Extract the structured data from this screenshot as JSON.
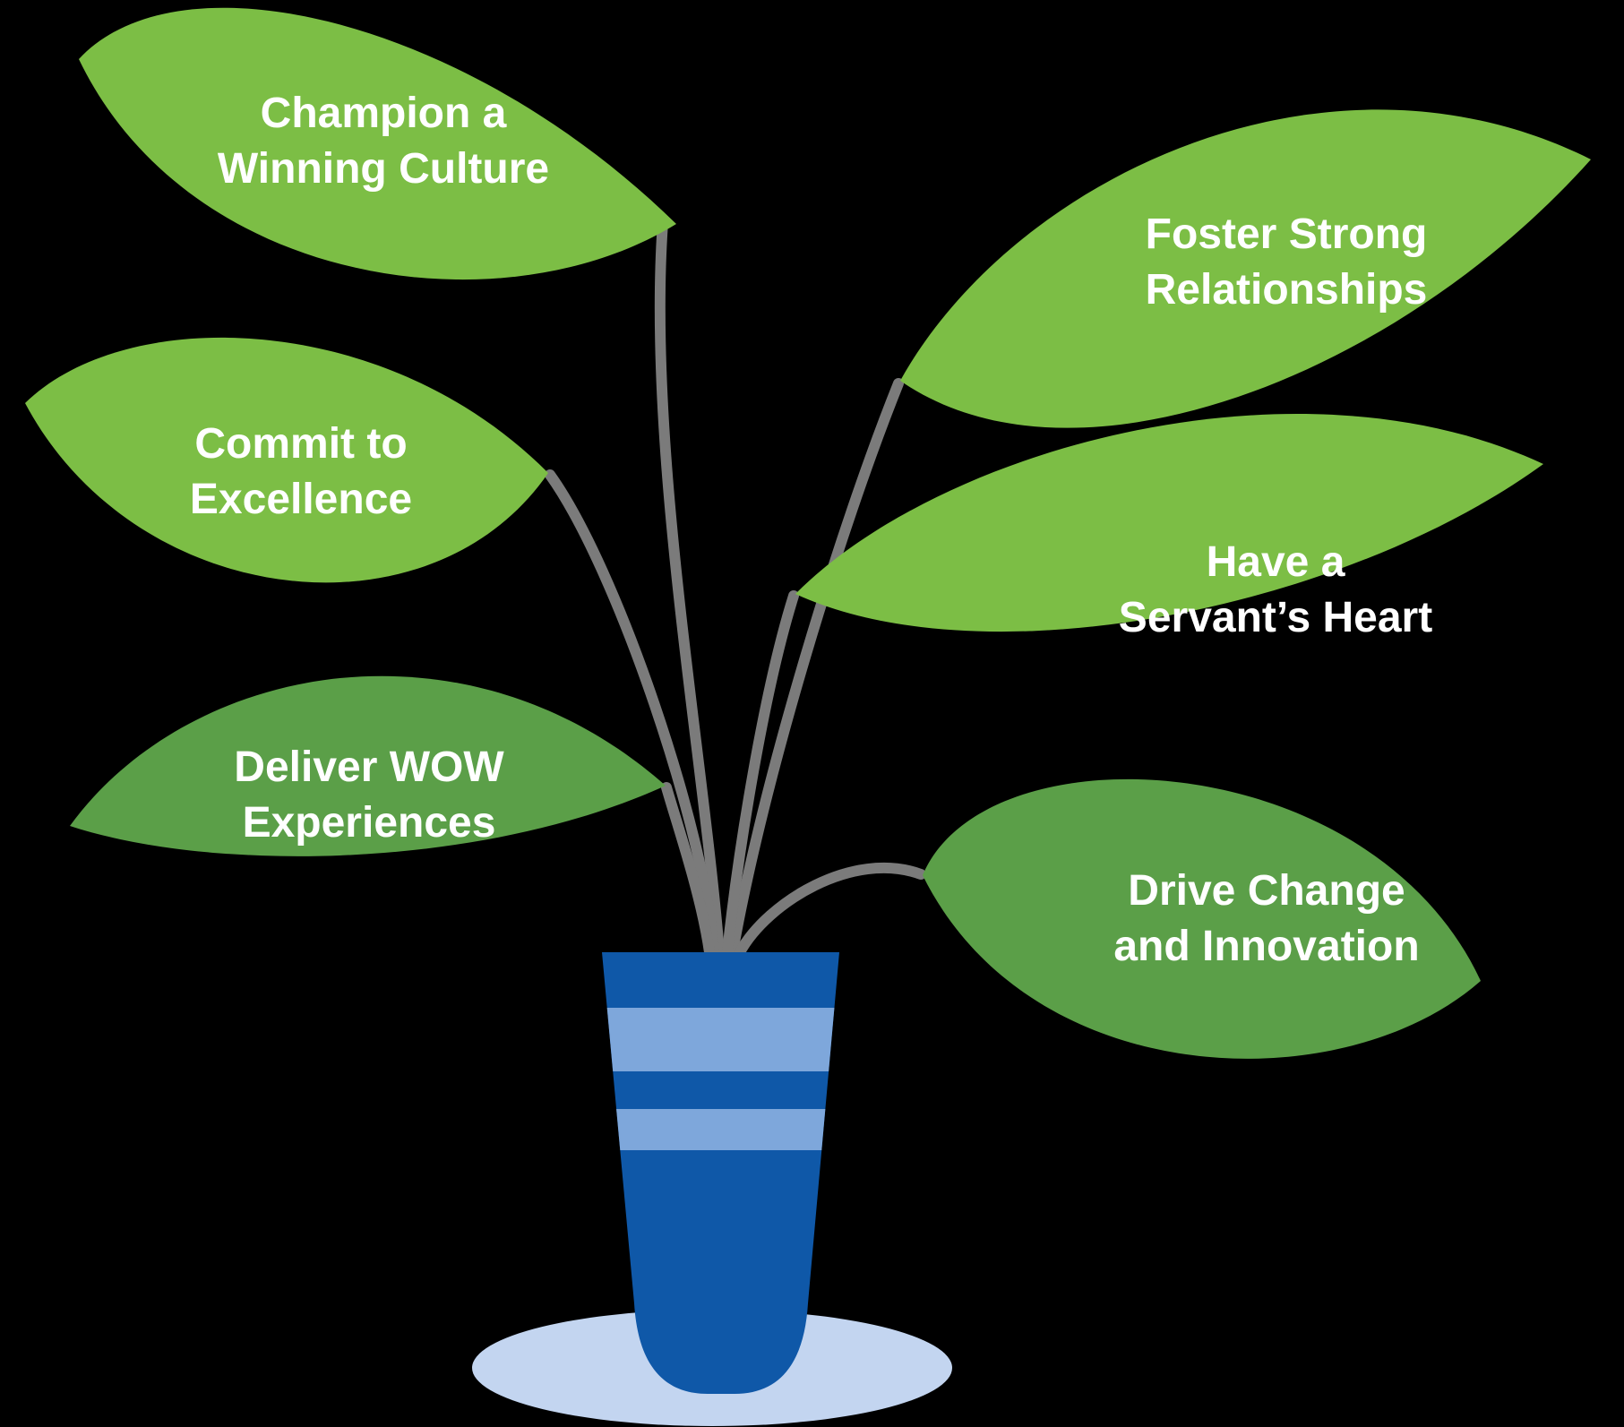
{
  "title": "Core values plant infographic",
  "palette": {
    "background": "#000000",
    "leaf_light_green": "#7cbe45",
    "leaf_dark_green": "#5b9f48",
    "stem_gray": "#7b7b7b",
    "pot_dark_blue": "#0f58a8",
    "pot_light_blue": "#7ea7db",
    "shadow_light_blue": "#c3d5f0",
    "label_text": "#ffffff"
  },
  "leaves": [
    {
      "id": "champion",
      "line1": "Champion a",
      "line2": "Winning Culture",
      "tone": "light"
    },
    {
      "id": "foster",
      "line1": "Foster Strong",
      "line2": "Relationships",
      "tone": "light"
    },
    {
      "id": "commit",
      "line1": "Commit to",
      "line2": "Excellence",
      "tone": "light"
    },
    {
      "id": "servant",
      "line1": "Have a",
      "line2": "Servant’s Heart",
      "tone": "light"
    },
    {
      "id": "deliver",
      "line1": "Deliver WOW",
      "line2": "Experiences",
      "tone": "dark"
    },
    {
      "id": "drive",
      "line1": "Drive Change",
      "line2": "and Innovation",
      "tone": "dark"
    }
  ]
}
